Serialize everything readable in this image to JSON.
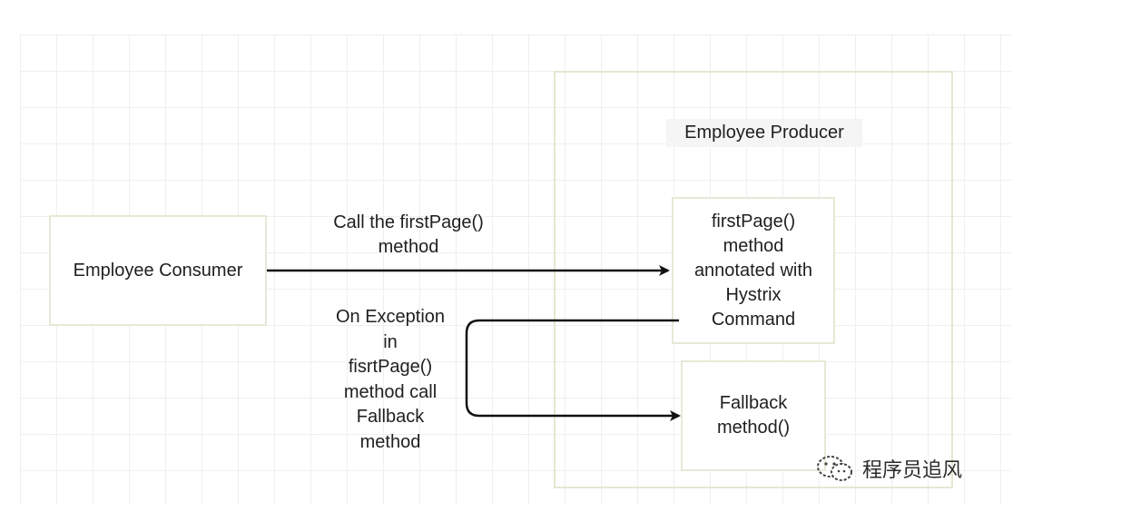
{
  "diagram": {
    "producer_title": "Employee Producer",
    "consumer_label": "Employee Consumer",
    "hystrix_lines": [
      "firstPage()",
      "method",
      "annotated with",
      "Hystrix",
      "Command"
    ],
    "fallback_lines": [
      "Fallback",
      "method()"
    ],
    "call_lines": [
      "Call the firstPage()",
      "method"
    ],
    "exception_lines": [
      "On Exception",
      "in",
      "fisrtPage()",
      "method call",
      "Fallback",
      "method"
    ]
  },
  "watermark": {
    "text": "程序员追风",
    "icon": "wechat-icon"
  },
  "colors": {
    "box_border": "#e8e8d6",
    "arrow": "#111111",
    "grid": "#efefef"
  }
}
